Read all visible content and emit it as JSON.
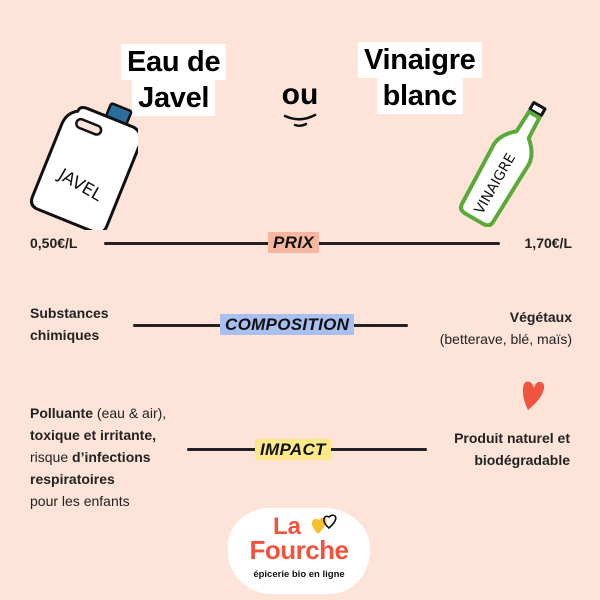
{
  "header": {
    "left_title": [
      "Eau de",
      "Javel"
    ],
    "connector": "ou",
    "right_title": [
      "Vinaigre",
      "blanc"
    ]
  },
  "illustrations": {
    "left_bottle": {
      "icon": "bleach-jug-icon",
      "label": "JAVEL",
      "cap_color": "#2a6fa0"
    },
    "right_bottle": {
      "icon": "vinegar-bottle-icon",
      "label": "VINAIGRE",
      "outline_color": "#5aaa3a"
    },
    "heart": {
      "icon": "heart-icon",
      "color": "#f0533e"
    }
  },
  "rows": {
    "prix": {
      "tag": "PRIX",
      "tag_color": "#f7b6a0",
      "left": "0,50€/L",
      "right": "1,70€/L"
    },
    "composition": {
      "tag": "COMPOSITION",
      "tag_color": "#a9bff0",
      "left": [
        "Substances",
        "chimiques"
      ],
      "right_bold": "Végétaux",
      "right_detail": "(betterave, blé, maïs)"
    },
    "impact": {
      "tag": "IMPACT",
      "tag_color": "#fde98a",
      "left": {
        "l1_bold": "Polluante",
        "l1_rest": " (eau & air),",
        "l2_bold": "toxique et irritante,",
        "l3_rest": "risque ",
        "l3_bold": "d’infections",
        "l4_bold": "respiratoires",
        "l5_rest": "pour les enfants"
      },
      "right": [
        "Produit naturel et",
        "biodégradable"
      ]
    }
  },
  "logo": {
    "line1": "La",
    "line2": "Fourche",
    "tagline": "épicerie bio en ligne",
    "brand_color": "#f0533e",
    "accent_color": "#f5c12e"
  },
  "colors": {
    "background": "#fde3d8",
    "text": "#1a1a1a",
    "title_bg": "#ffffff"
  }
}
